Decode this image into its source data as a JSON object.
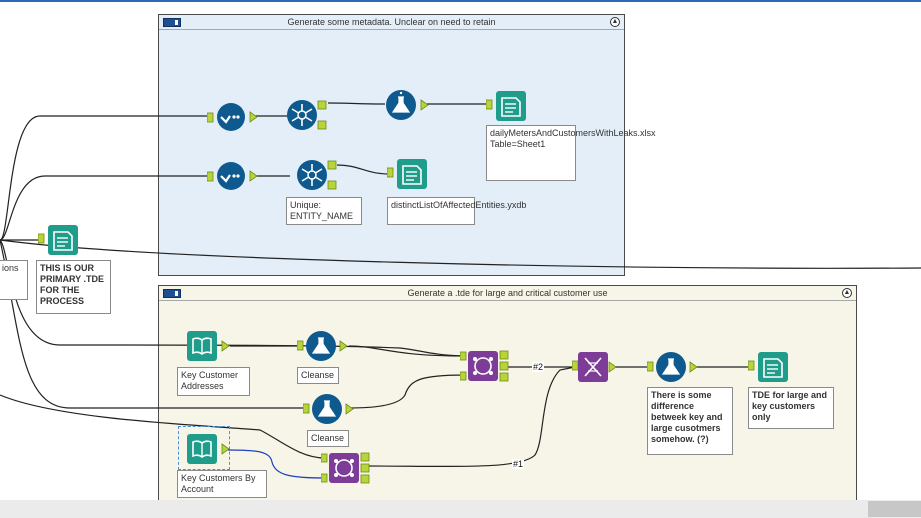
{
  "containers": [
    {
      "title": "Generate some metadata.  Unclear on need to retain"
    },
    {
      "title": "Generate a .tde for large and critical customer use"
    }
  ],
  "annotations": {
    "left_partial": "ions",
    "primary_tde": "THIS IS OUR PRIMARY .TDE FOR THE PROCESS",
    "daily_meters": "dailyMetersAndCustomersWithLeaks.xlsx Table=Sheet1",
    "unique_entity": "Unique: ENTITY_NAME",
    "distinct_list": "distinctListOfAffectedEntities.yxdb",
    "key_addresses": "Key Customer Addresses",
    "cleanse1": "Cleanse",
    "cleanse2": "Cleanse",
    "difference_note": "There is some difference betweek key and large cusotmers somehow. (?)",
    "tde_output": "TDE for large and key customers only",
    "key_by_account": "Key Customers By Account"
  },
  "wire_labels": {
    "w2": "#2",
    "w1": "#1"
  },
  "colors": {
    "select_tool": "#0e5a8e",
    "formula_tool": "#0e5a8e",
    "io_tool": "#1f9c8a",
    "join_tool": "#7d3c98",
    "anchor": "#b7d43a"
  },
  "icons": [
    "select-icon",
    "unique-icon",
    "formula-icon",
    "output-icon",
    "input-icon",
    "join-icon",
    "dna-icon",
    "collapse-icon"
  ]
}
